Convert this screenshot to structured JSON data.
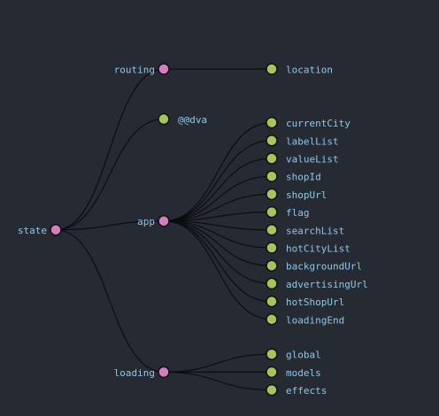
{
  "tree": {
    "label": "state",
    "children": [
      {
        "label": "routing",
        "children": [
          {
            "label": "location"
          }
        ]
      },
      {
        "label": "@@dva"
      },
      {
        "label": "app",
        "children": [
          {
            "label": "currentCity"
          },
          {
            "label": "labelList"
          },
          {
            "label": "valueList"
          },
          {
            "label": "shopId"
          },
          {
            "label": "shopUrl"
          },
          {
            "label": "flag"
          },
          {
            "label": "searchList"
          },
          {
            "label": "hotCityList"
          },
          {
            "label": "backgroundUrl"
          },
          {
            "label": "advertisingUrl"
          },
          {
            "label": "hotShopUrl"
          },
          {
            "label": "loadingEnd"
          }
        ]
      },
      {
        "label": "loading",
        "children": [
          {
            "label": "global"
          },
          {
            "label": "models"
          },
          {
            "label": "effects"
          }
        ]
      }
    ]
  },
  "colors": {
    "background": "#262a33",
    "branch_node": "#d57dbe",
    "leaf_node": "#a6c55c",
    "label": "#8fc8e8",
    "edge": "#0c0d10"
  }
}
